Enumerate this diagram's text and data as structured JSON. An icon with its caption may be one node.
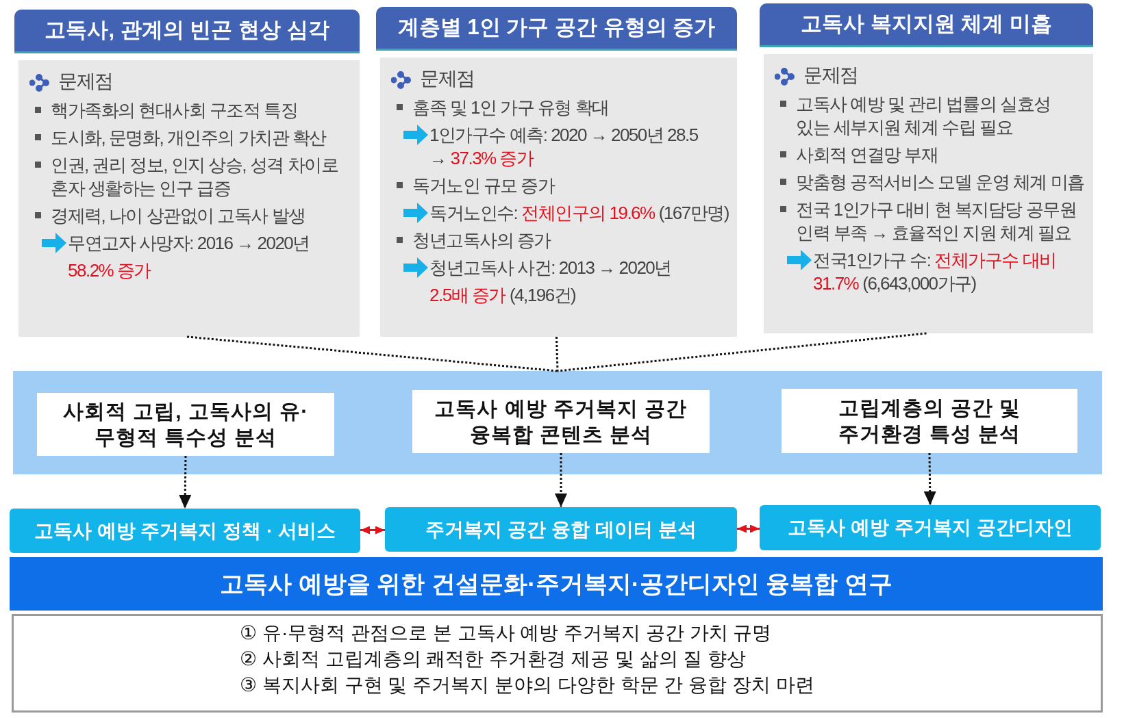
{
  "diagram": {
    "nodes": [
      {
        "text": [
          "고독사, 관계의 빈곤 현상 심각",
          "문제점",
          "핵가족화의 현대사회 구조적 특징",
          "도시화, 문명화, 개인주의 가치관 확산",
          "인권, 권리 정보, 인지 상승, 성격 차이로 혼자 생활하는 인구 급증",
          "경제력, 나이 상관없이 고독사 발생",
          "무연고자 사망자: 2016 → 2020년",
          "58.2% 증가"
        ]
      },
      {
        "text": [
          "계층별 1인 가구 공간 유형의 증가",
          "문제점",
          "홈족 및 1인 가구 유형 확대",
          "1인가구수 예측: 2020 → 2050년 28.5 →",
          "37.3% 증가",
          "독거노인 규모 증가",
          "독거노인수:",
          "전체인구의 19.6%",
          "(167만명)",
          "청년고독사의 증가",
          "청년고독사 사건: 2013 → 2020년",
          "2.5배 증가",
          "(4,196건)"
        ]
      },
      {
        "text": [
          "고독사 복지지원 체계 미흡",
          "문제점",
          "고독사 예방 및 관리 법률의 실효성 있는 세부지원 체계 수립 필요",
          "사회적 연결망 부재",
          "맞춤형 공적서비스 모델 운영 체계 미흡",
          "전국 1인가구 대비 현 복지담당 공무원 인력 부족 → 효율적인 지원 체계 필요",
          "전국1인가구 수:",
          "전체가구수 대비 31.7%",
          "(6,643,000가구)"
        ]
      },
      {
        "text": [],
        "shape": "band"
      },
      {
        "text": [
          "사회적 고립, 고독사의 유·무형적 특수성 분석"
        ],
        "in": 3
      },
      {
        "text": [
          "고독사 예방 주거복지 공간 융복합 콘텐츠 분석"
        ],
        "in": 3
      },
      {
        "text": [
          "고립계층의 공간 및 주거환경 특성 분석"
        ],
        "in": 3
      },
      {
        "text": [
          "고독사 예방 주거복지 정책 · 서비스"
        ]
      },
      {
        "text": [
          "주거복지 공간 융합 데이터 분석"
        ]
      },
      {
        "text": [
          "고독사 예방 주거복지 공간디자인"
        ]
      },
      {
        "text": [
          "고독사 예방을 위한 건설문화·주거복지·공간디자인 융복합 연구"
        ]
      },
      {
        "text": [
          "① 유·무형적 관점으로 본 고독사 예방 주거복지 공간 가치 규명",
          "② 사회적 고립계층의 쾌적한 주거환경 제공 및 삶의 질 향상",
          "③ 복지사회 구현 및 주거복지 분야의 다양한 학문 간 융합 장치 마련"
        ]
      }
    ],
    "edges": [
      {
        "from": 0,
        "to": 3,
        "arrow": "none",
        "style": "dashed"
      },
      {
        "from": 1,
        "to": 3,
        "arrow": "none",
        "style": "dashed"
      },
      {
        "from": 2,
        "to": 3,
        "arrow": "none",
        "style": "dashed"
      },
      {
        "from": 4,
        "to": 7,
        "arrow": "to",
        "style": "dashed"
      },
      {
        "from": 5,
        "to": 8,
        "arrow": "to",
        "style": "dashed"
      },
      {
        "from": 6,
        "to": 9,
        "arrow": "to",
        "style": "dashed"
      },
      {
        "from": 7,
        "to": 8,
        "arrow": "both",
        "color": "#e3131b"
      },
      {
        "from": 8,
        "to": 9,
        "arrow": "both",
        "color": "#e3131b"
      }
    ]
  }
}
